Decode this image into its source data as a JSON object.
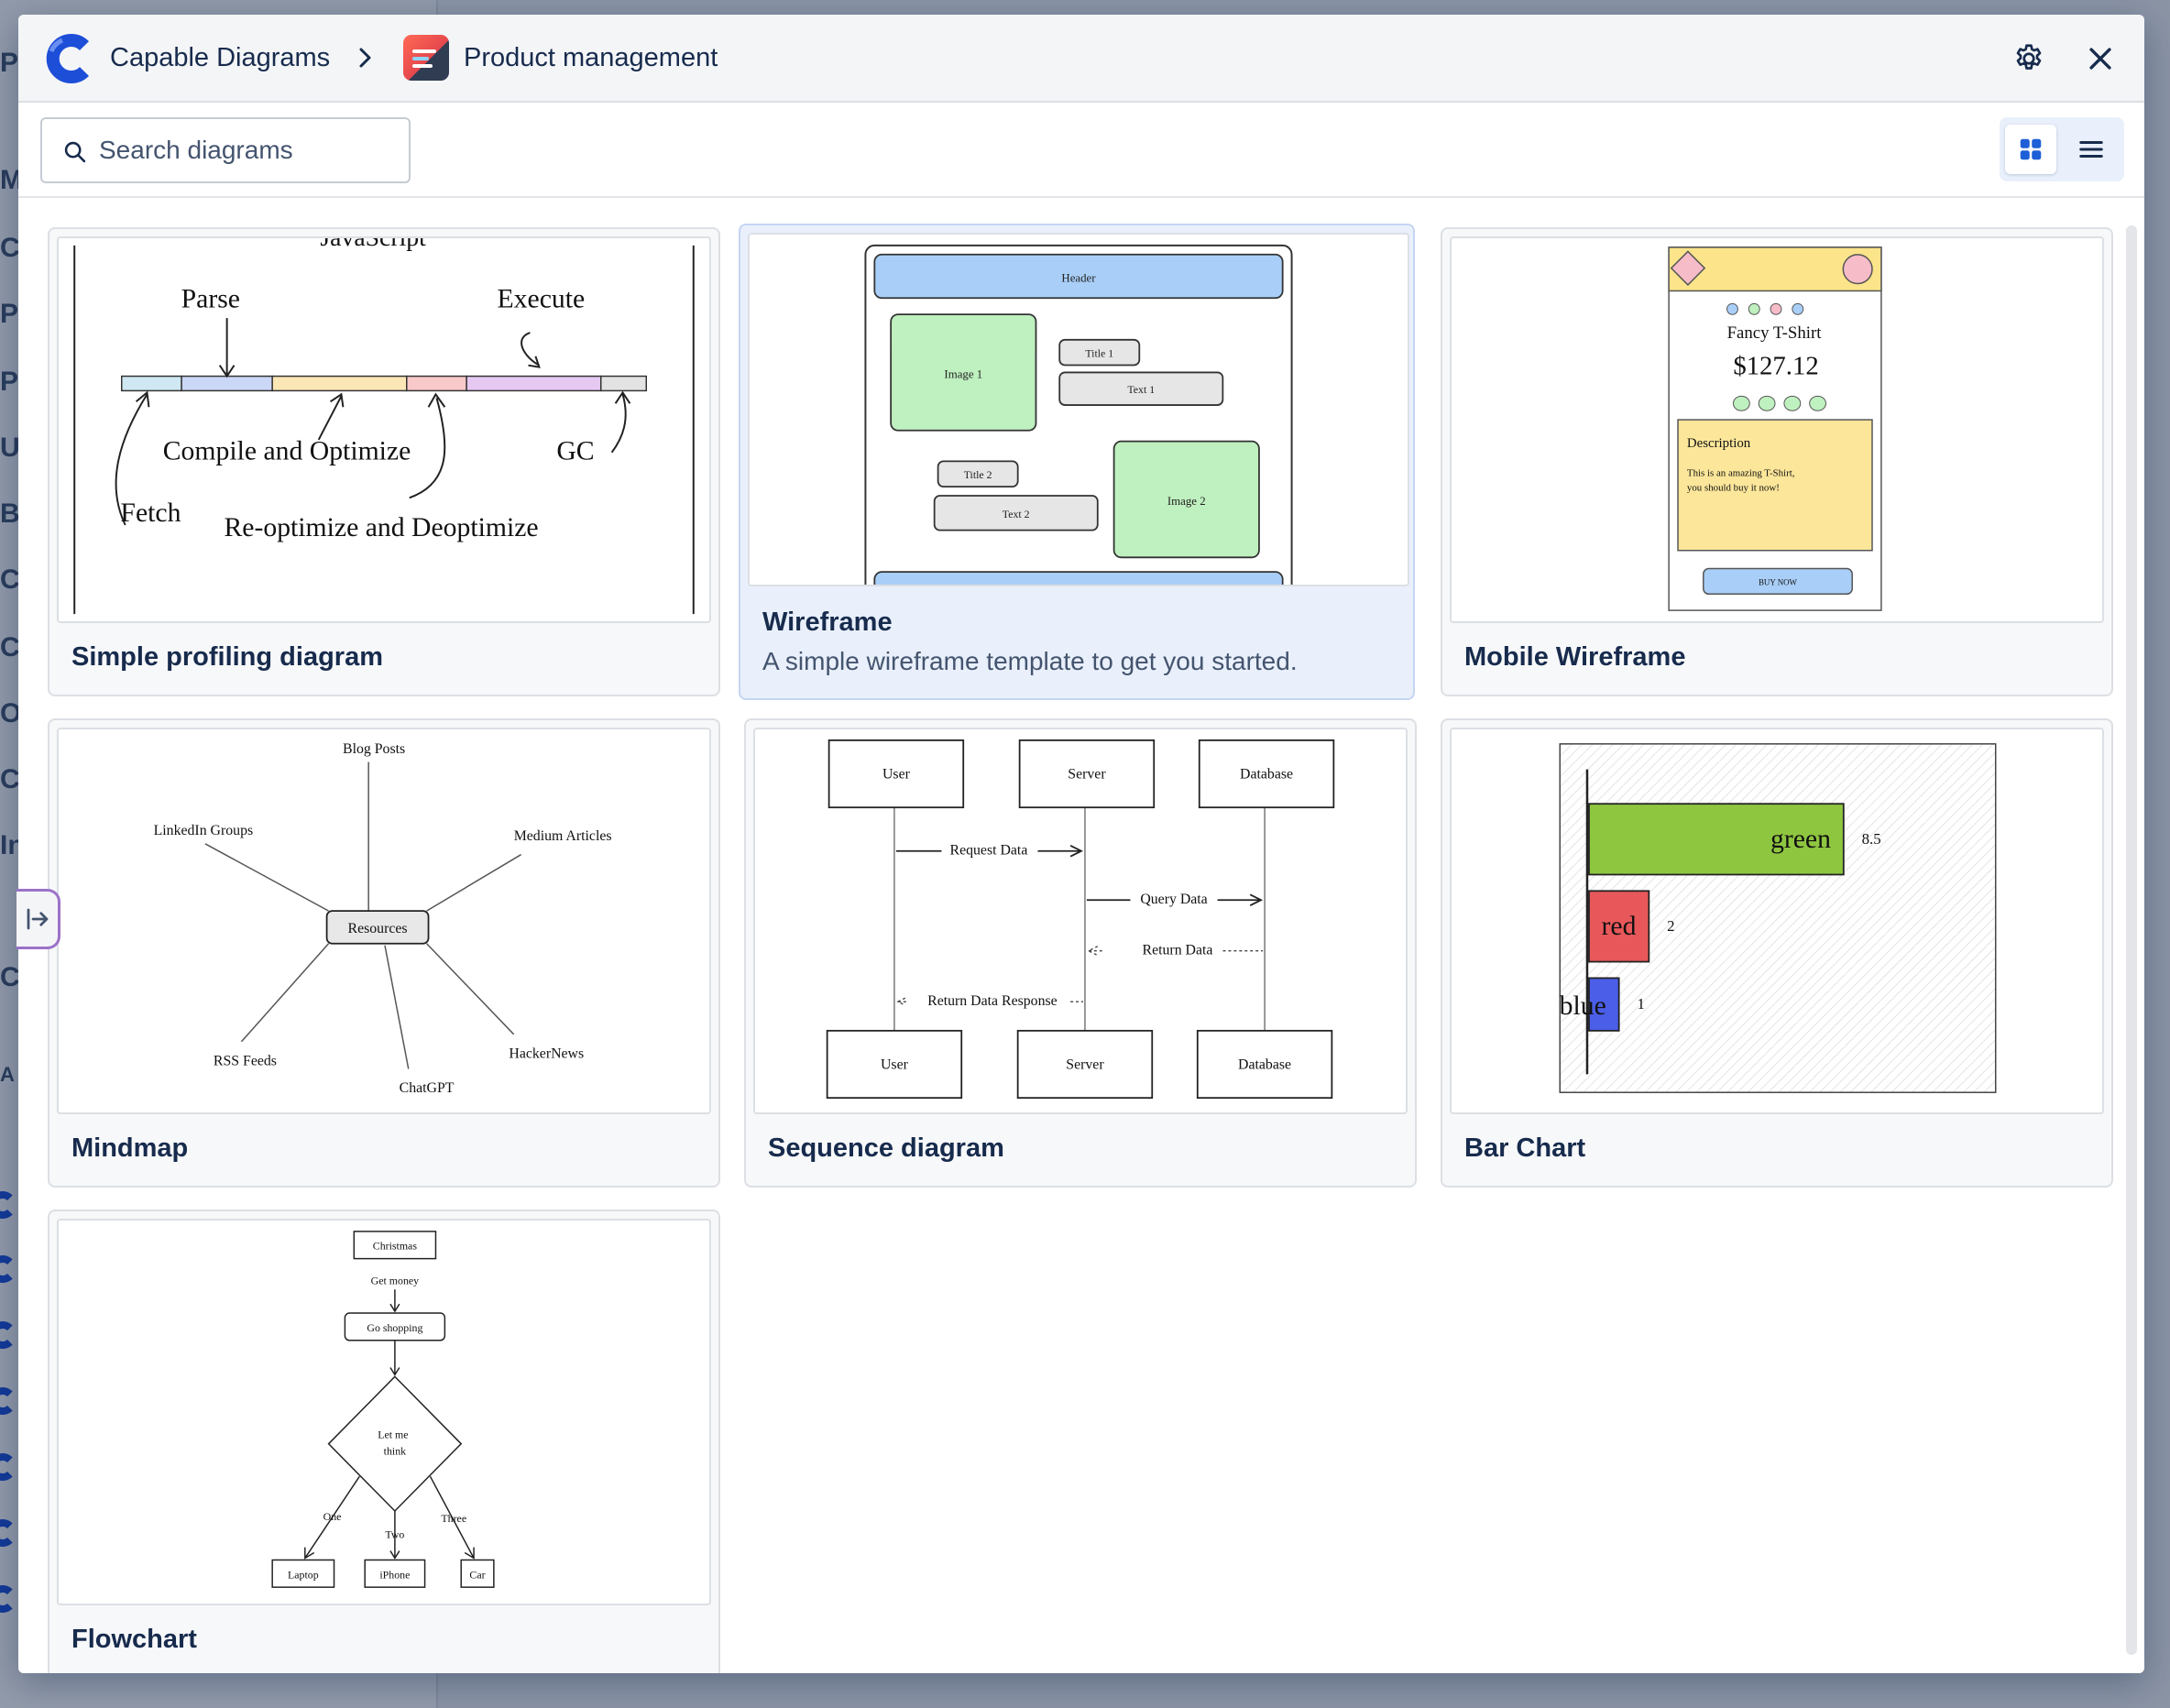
{
  "background_app": {
    "sidebar_letters": [
      "P",
      "M",
      "C",
      "P",
      "P",
      "U",
      "B",
      "C",
      "C",
      "O",
      "C",
      "In",
      "C",
      "A"
    ]
  },
  "header": {
    "brand_name": "Capable Diagrams",
    "project_name": "Product management",
    "brand_color": "#1d4ed8"
  },
  "toolbar": {
    "search_placeholder": "Search diagrams",
    "view_modes": [
      "grid",
      "list"
    ],
    "active_view": "grid"
  },
  "templates": [
    {
      "title": "Simple profiling diagram",
      "thumb": {
        "label_top": "JavaScript",
        "parse": "Parse",
        "execute": "Execute",
        "compile": "Compile and Optimize",
        "gc": "GC",
        "fetch": "Fetch",
        "reopt": "Re-optimize and Deoptimize"
      }
    },
    {
      "title": "Wireframe",
      "description": "A simple wireframe template to get you started.",
      "selected": true,
      "thumb": {
        "header": "Header",
        "image1": "Image 1",
        "title1": "Title 1",
        "text1": "Text 1",
        "title2": "Title 2",
        "text2": "Text 2",
        "image2": "Image 2"
      }
    },
    {
      "title": "Mobile Wireframe",
      "thumb": {
        "product": "Fancy T-Shirt",
        "price": "$127.12",
        "description_heading": "Description",
        "description_line1": "This is an amazing T-Shirt,",
        "description_line2": "you should buy it now!",
        "buy_button": "BUY NOW"
      }
    },
    {
      "title": "Mindmap",
      "thumb": {
        "center": "Resources",
        "blog": "Blog Posts",
        "linkedin": "LinkedIn Groups",
        "medium": "Medium Articles",
        "rss": "RSS Feeds",
        "hackernews": "HackerNews",
        "chatgpt": "ChatGPT"
      }
    },
    {
      "title": "Sequence diagram",
      "thumb": {
        "user": "User",
        "server": "Server",
        "database": "Database",
        "request": "Request Data",
        "query": "Query Data",
        "return": "Return Data",
        "response": "Return Data Response"
      }
    },
    {
      "title": "Bar Chart",
      "chart_data": {
        "type": "bar",
        "categories": [
          "green",
          "red",
          "blue"
        ],
        "values": [
          8.5,
          2,
          1
        ],
        "colors": [
          "#8fc640",
          "#e8585a",
          "#4a5ee8"
        ]
      }
    },
    {
      "title": "Flowchart",
      "thumb": {
        "start": "Christmas",
        "edge1": "Get money",
        "step": "Go shopping",
        "decision_line1": "Let me",
        "decision_line2": "think",
        "opt1": "One",
        "opt2": "Two",
        "opt3": "Three",
        "out1": "Laptop",
        "out2": "iPhone",
        "out3": "Car"
      }
    }
  ]
}
